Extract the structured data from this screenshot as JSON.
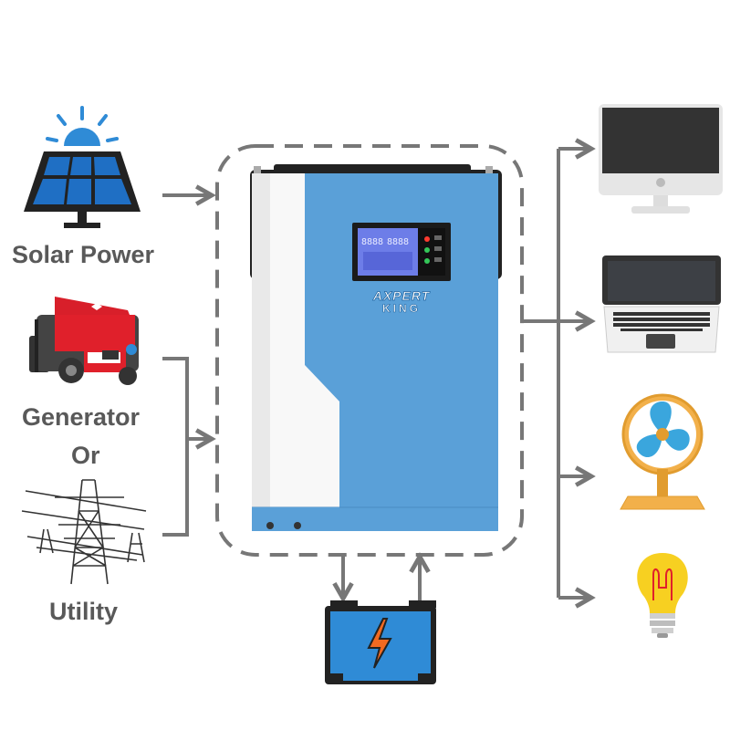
{
  "sources": {
    "solar_label": "Solar Power",
    "generator_label": "Generator",
    "or_label": "Or",
    "utility_label": "Utility"
  },
  "inverter": {
    "brand_line1": "AXPERT",
    "brand_line2": "KING",
    "lcd_readout_left": "8888",
    "lcd_readout_right": "8888",
    "body_color": "#5aa0d8",
    "front_panel_color": "#ffffff"
  },
  "loads": [
    "monitor-icon",
    "laptop-icon",
    "fan-icon",
    "light-bulb-icon"
  ],
  "storage": {
    "icon": "battery-icon"
  },
  "colors": {
    "arrow": "#777777",
    "dashed_border": "#777777",
    "solar_panel": "#1f6fc4",
    "generator_red": "#e0202b",
    "battery_blue": "#2f8bd6",
    "bolt_orange": "#f26a21",
    "bulb_yellow": "#f7d021",
    "fan_blue": "#3aa6dd",
    "fan_base": "#f2b04a"
  }
}
